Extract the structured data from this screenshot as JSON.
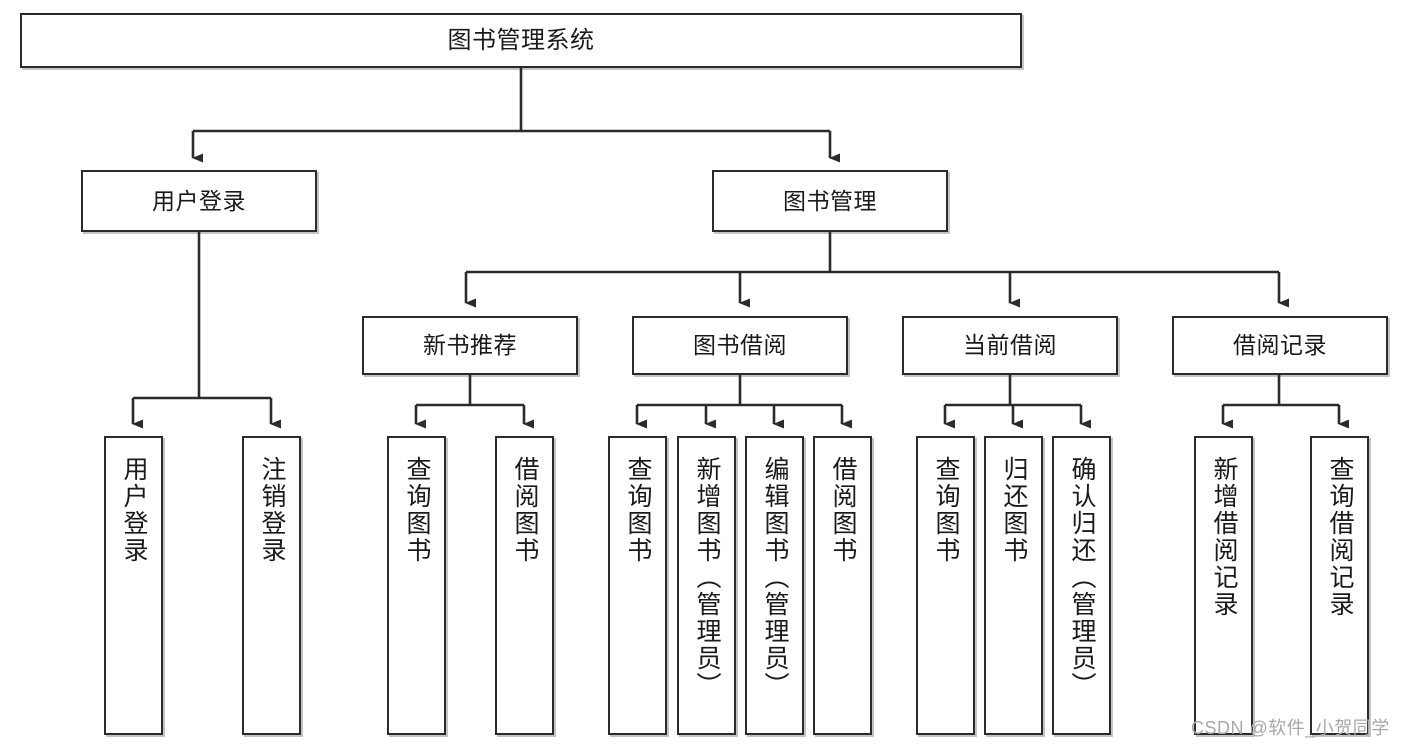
{
  "diagram": {
    "type": "tree",
    "title": "图书管理系统",
    "watermark": "CSDN @软件_小贺同学",
    "colors": {
      "box_border": "#2b2b2b",
      "box_fill": "#ffffff",
      "line": "#2b2b2b",
      "text": "#1a1a1a",
      "watermark": "#a8a8a8"
    },
    "nodes": {
      "root": {
        "label": "图书管理系统"
      },
      "level2": [
        {
          "label": "用户登录"
        },
        {
          "label": "图书管理"
        }
      ],
      "level3": [
        {
          "label": "新书推荐"
        },
        {
          "label": "图书借阅"
        },
        {
          "label": "当前借阅"
        },
        {
          "label": "借阅记录"
        }
      ],
      "leaves_user_login": [
        {
          "label": "用户登录"
        },
        {
          "label": "注销登录"
        }
      ],
      "leaves_new_book": [
        {
          "label": "查询图书"
        },
        {
          "label": "借阅图书"
        }
      ],
      "leaves_borrow": [
        {
          "label": "查询图书"
        },
        {
          "label": "新增图书（管理员）"
        },
        {
          "label": "编辑图书（管理员）"
        },
        {
          "label": "借阅图书"
        }
      ],
      "leaves_current": [
        {
          "label": "查询图书"
        },
        {
          "label": "归还图书"
        },
        {
          "label": "确认归还（管理员）"
        }
      ],
      "leaves_record": [
        {
          "label": "新增借阅记录"
        },
        {
          "label": "查询借阅记录"
        }
      ]
    }
  }
}
